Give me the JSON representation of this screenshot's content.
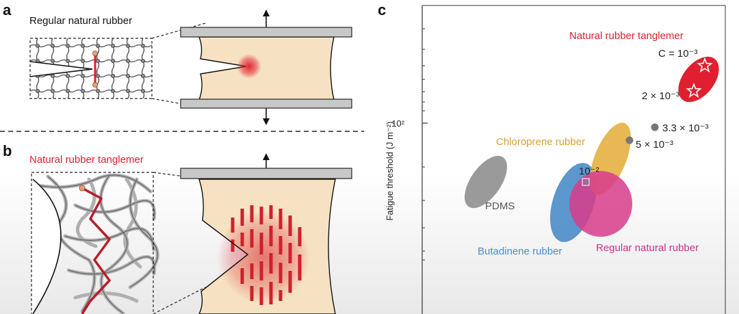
{
  "panel_a": {
    "label": "a",
    "title": "Regular natural rubber"
  },
  "panel_b": {
    "label": "b",
    "title": "Natural rubber tanglemer"
  },
  "panel_c": {
    "label": "c",
    "chart_data": {
      "type": "scatter",
      "ylabel": "Fatigue threshold (J m⁻²)",
      "yscale": "log",
      "yticks": [
        "10²"
      ],
      "annotations": [
        "C = 10⁻³",
        "2 × 10⁻³",
        "3.3 × 10⁻³",
        "5 × 10⁻³",
        "10⁻²"
      ],
      "region_labels": [
        "Natural rubber tanglemer",
        "Chloroprene rubber",
        "PDMS",
        "Butadinene rubber",
        "Regular natural rubber"
      ],
      "colors": {
        "tanglemer": "#e02030",
        "chloroprene": "#e4b040",
        "pdms": "#8c8c8c",
        "butadiene": "#4a8cc8",
        "regular": "#d83c8c"
      }
    }
  }
}
